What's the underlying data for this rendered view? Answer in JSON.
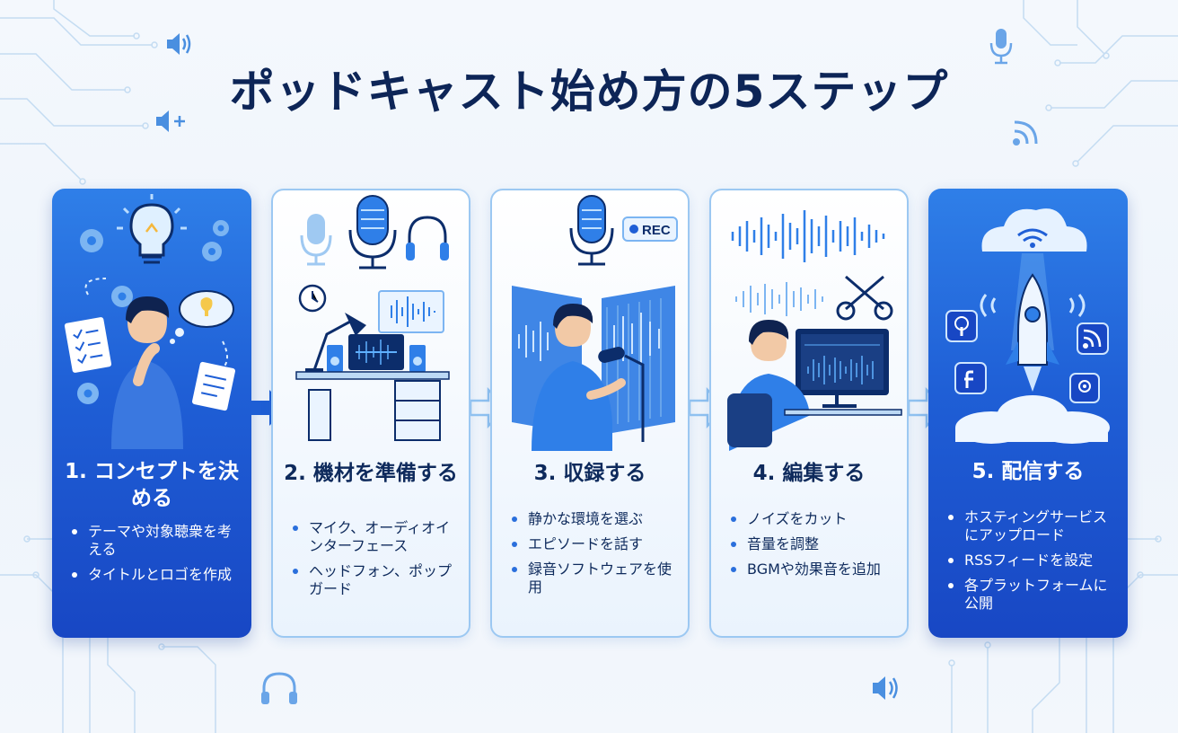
{
  "title": "ポッドキャスト始め方の5ステップ",
  "steps": [
    {
      "heading": "1. コンセプトを決める",
      "bullets": [
        "テーマや対象聴衆を考える",
        "タイトルとロゴを作成"
      ],
      "theme": "dark"
    },
    {
      "heading": "2. 機材を準備する",
      "bullets": [
        "マイク、オーディオインターフェース",
        "ヘッドフォン、ポップガード"
      ],
      "theme": "light"
    },
    {
      "heading": "3. 収録する",
      "bullets": [
        "静かな環境を選ぶ",
        "エピソードを話す",
        "録音ソフトウェアを使用"
      ],
      "theme": "light",
      "rec_badge": "REC"
    },
    {
      "heading": "4. 編集する",
      "bullets": [
        "ノイズをカット",
        "音量を調整",
        "BGMや効果音を追加"
      ],
      "theme": "light"
    },
    {
      "heading": "5. 配信する",
      "bullets": [
        "ホスティングサービスにアップロード",
        "RSSフィードを設定",
        "各プラットフォームに公開"
      ],
      "theme": "dark"
    }
  ],
  "colors": {
    "title": "#0d2557",
    "dark_card_top": "#2f7fe8",
    "dark_card_bottom": "#1847c4",
    "light_card_border": "#9cc8f2",
    "accent": "#2a6fdc",
    "arrow": "#8fc1f0"
  },
  "icons": [
    "lightbulb-icon",
    "gear-icon",
    "thought-bubble-icon",
    "checklist-icon",
    "notepad-icon",
    "microphone-icon",
    "headphones-icon",
    "desk-lamp-icon",
    "clock-icon",
    "speaker-icon",
    "waveform-icon",
    "scissors-icon",
    "monitor-icon",
    "cloud-icon",
    "rocket-icon",
    "podcast-icon",
    "facebook-icon",
    "rss-icon",
    "volume-icon"
  ]
}
